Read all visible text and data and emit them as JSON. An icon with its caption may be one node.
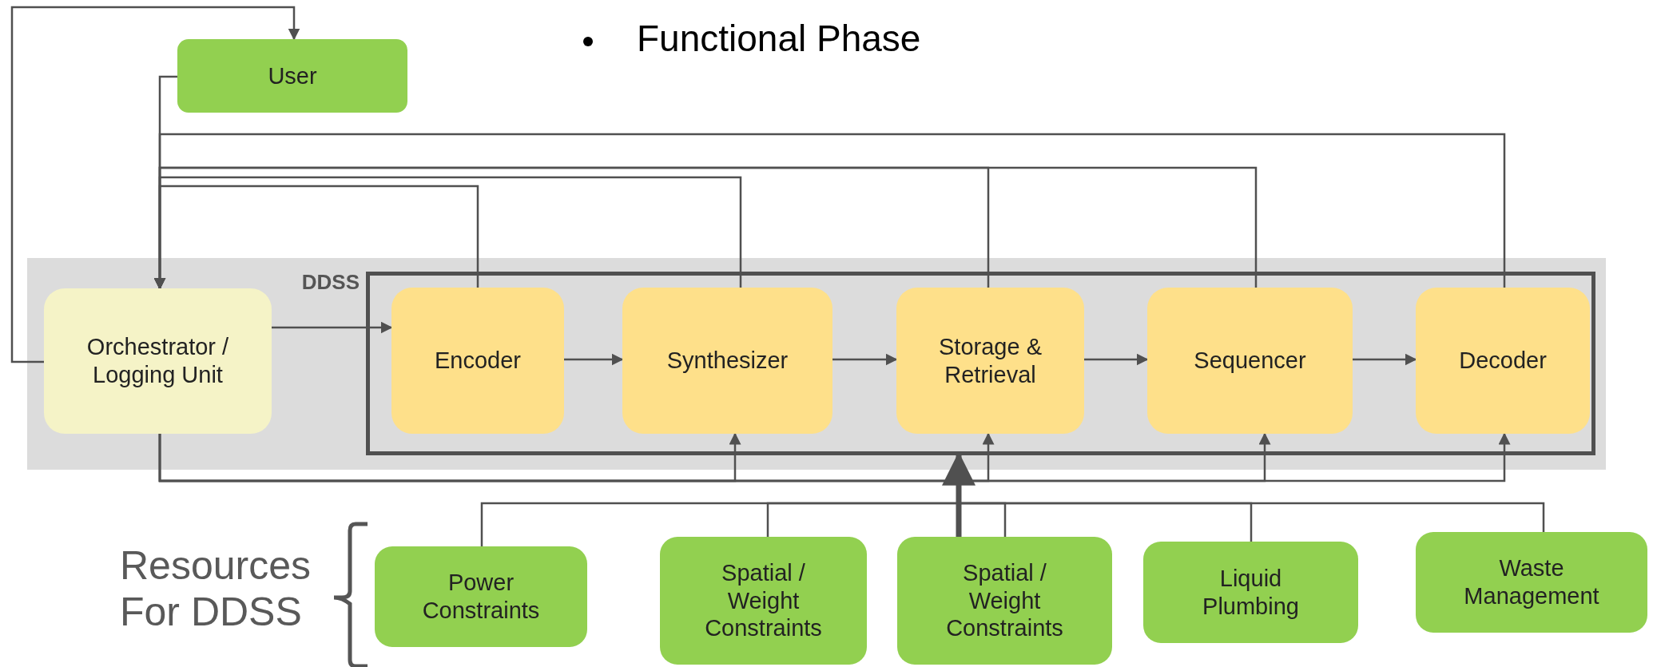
{
  "diagram": {
    "nodes": [
      {
        "text": [
          "User"
        ]
      },
      {
        "text": [
          "Orchestrator / Logging Unit"
        ]
      },
      {
        "text": [
          "DDSS"
        ]
      },
      {
        "text": [
          "Encoder"
        ],
        "in": 2
      },
      {
        "text": [
          "Synthesizer"
        ],
        "in": 2
      },
      {
        "text": [
          "Storage & Retrieval"
        ],
        "in": 2
      },
      {
        "text": [
          "Sequencer"
        ],
        "in": 2
      },
      {
        "text": [
          "Decoder"
        ],
        "in": 2
      },
      {
        "text": [
          "Power Constraints"
        ]
      },
      {
        "text": [
          "Spatial / Weight Constraints"
        ]
      },
      {
        "text": [
          "Spatial / Weight Constraints"
        ]
      },
      {
        "text": [
          "Liquid Plumbing"
        ]
      },
      {
        "text": [
          "Waste Management"
        ]
      }
    ],
    "edges": [
      {
        "from": 1,
        "to": 0,
        "arrow": "to"
      },
      {
        "from": 0,
        "to": 1,
        "arrow": "to"
      },
      {
        "from": 3,
        "to": 1,
        "arrow": "to"
      },
      {
        "from": 4,
        "to": 1,
        "arrow": "to"
      },
      {
        "from": 5,
        "to": 1,
        "arrow": "to"
      },
      {
        "from": 6,
        "to": 1,
        "arrow": "to"
      },
      {
        "from": 7,
        "to": 1,
        "arrow": "to"
      },
      {
        "from": 1,
        "to": 3,
        "arrow": "to"
      },
      {
        "from": 3,
        "to": 4,
        "arrow": "to"
      },
      {
        "from": 4,
        "to": 5,
        "arrow": "to"
      },
      {
        "from": 5,
        "to": 6,
        "arrow": "to"
      },
      {
        "from": 6,
        "to": 7,
        "arrow": "to"
      },
      {
        "from": 1,
        "to": 4,
        "arrow": "to"
      },
      {
        "from": 1,
        "to": 5,
        "arrow": "to"
      },
      {
        "from": 1,
        "to": 6,
        "arrow": "to"
      },
      {
        "from": 1,
        "to": 7,
        "arrow": "to"
      },
      {
        "from": 8,
        "to": 2,
        "arrow": "to"
      },
      {
        "from": 9,
        "to": 2,
        "arrow": "to"
      },
      {
        "from": 10,
        "to": 2,
        "arrow": "to",
        "style": "thick"
      },
      {
        "from": 10,
        "to": 2,
        "arrow": "to"
      },
      {
        "from": 11,
        "to": 2,
        "arrow": "to"
      },
      {
        "from": 12,
        "to": 2,
        "arrow": "to"
      }
    ],
    "labels": [
      "Functional Phase",
      "Resources For DDSS"
    ]
  }
}
